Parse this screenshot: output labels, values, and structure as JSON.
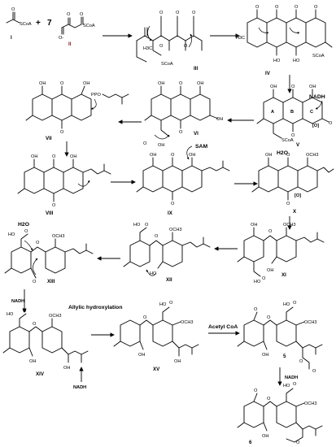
{
  "compounds": {
    "c1": "I",
    "c2": "II",
    "c3": "III",
    "c4": "IV",
    "c5": "V",
    "c6": "VI",
    "c7": "VII",
    "c8": "VIII",
    "c9": "IX",
    "c10": "X",
    "c11": "XI",
    "c12": "XII",
    "c13": "XIII",
    "c14": "XIV",
    "c15": "XV",
    "c16": "5",
    "c17": "6"
  },
  "reagents": {
    "plus": "+",
    "seven": "7",
    "nadh_1": "NADH",
    "oxid_v": "[O]",
    "water_v": "H2O",
    "sam": "SAM",
    "oxid_x": "[O]",
    "water_xiii": "H2O",
    "nadh_2": "NADH",
    "allylic": "Allylic hydroxylation",
    "nadh_3": "NADH",
    "acetyl_coa": "Acetyl CoA",
    "nadh_4": "NADH"
  },
  "atoms": {
    "scoa": "SCoA",
    "o": "O",
    "oh": "OH",
    "ho": "HO",
    "h3c": "H3C",
    "och3": "OCH3",
    "ppo": "PPO",
    "coo": "O-",
    "ring_a": "A",
    "ring_b": "B",
    "ring_c": "C"
  }
}
